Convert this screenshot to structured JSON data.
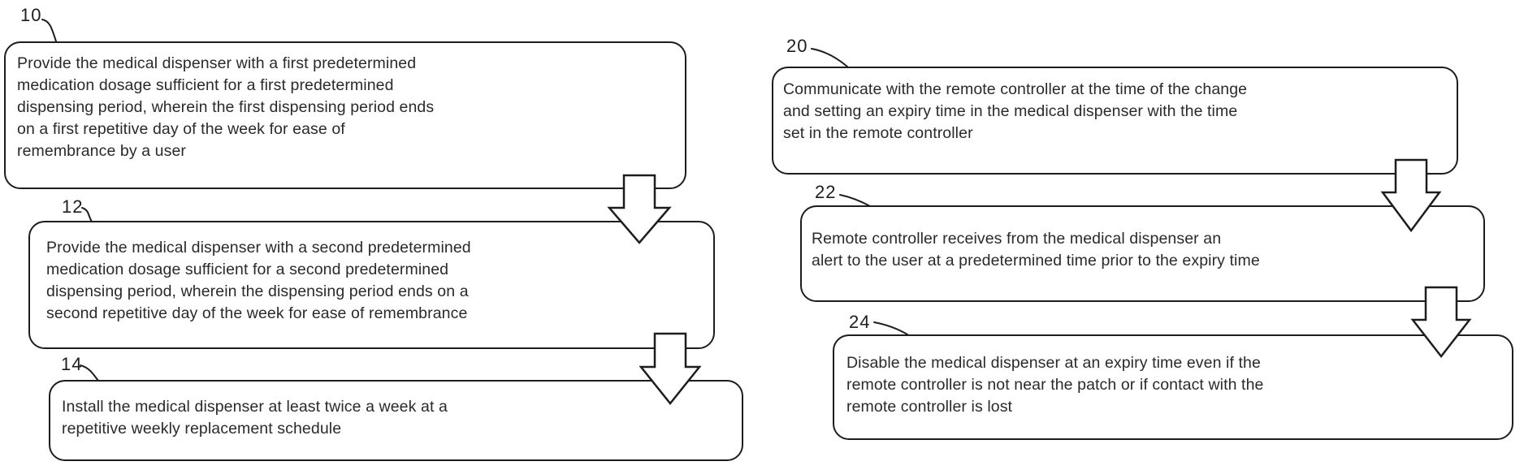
{
  "figure": {
    "background_color": "#ffffff",
    "line_color": "#1d1d1d",
    "boxes": [
      {
        "ref": "10",
        "text": "Provide the medical dispenser with a first predetermined\nmedication dosage sufficient for a first predetermined\ndispensing period, wherein the first dispensing period ends\non a first repetitive day of the week for ease of\nremembrance by a user"
      },
      {
        "ref": "12",
        "text": "Provide the medical dispenser with a second predetermined\nmedication dosage sufficient for a second predetermined\ndispensing period, wherein the dispensing period ends on a\nsecond repetitive day of the week for ease of remembrance"
      },
      {
        "ref": "14",
        "text": "Install the medical dispenser at least twice a week at a\nrepetitive weekly replacement schedule"
      },
      {
        "ref": "20",
        "text": "Communicate with the remote controller at the time of the change\nand setting an expiry time in the medical dispenser with the time\nset in the remote controller"
      },
      {
        "ref": "22",
        "text": "Remote controller receives from the medical dispenser an\nalert to the user at a predetermined time prior to the expiry time"
      },
      {
        "ref": "24",
        "text": "Disable the medical dispenser at an expiry time even if the\nremote controller is not near the patch or if contact with the\nremote controller is lost"
      }
    ],
    "arrows": [
      {
        "icon": "down-arrow-icon",
        "from_ref": "10",
        "to_ref": "12"
      },
      {
        "icon": "down-arrow-icon",
        "from_ref": "12",
        "to_ref": "14"
      },
      {
        "icon": "down-arrow-icon",
        "from_ref": "20",
        "to_ref": "22"
      },
      {
        "icon": "down-arrow-icon",
        "from_ref": "22",
        "to_ref": "24"
      }
    ]
  }
}
